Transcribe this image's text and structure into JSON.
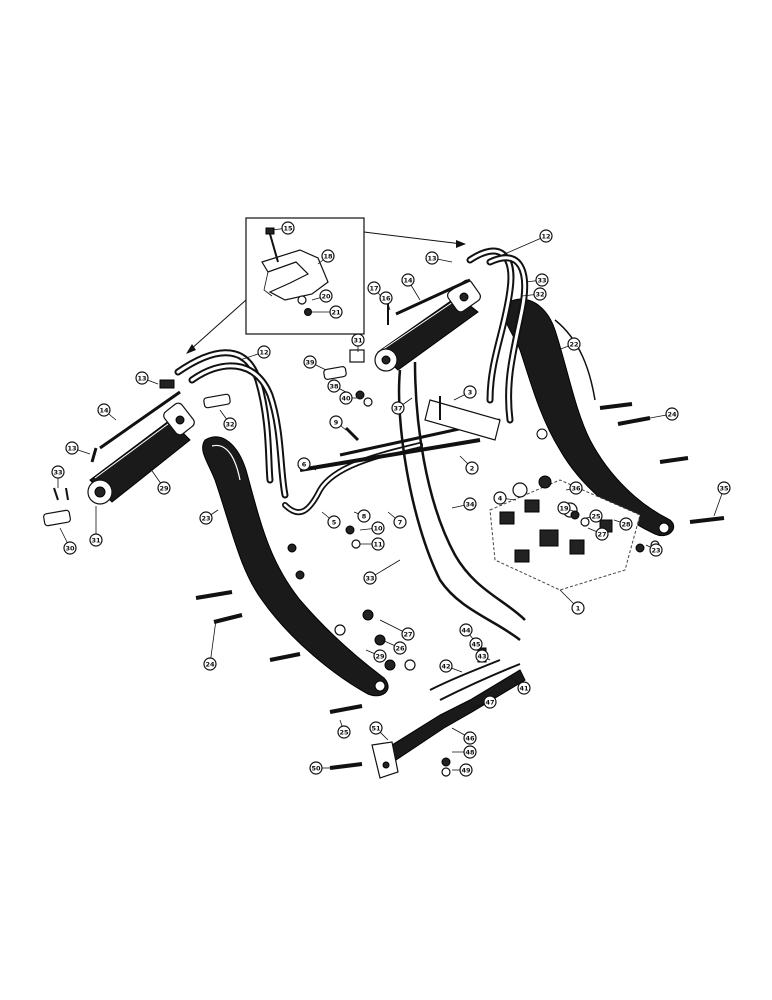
{
  "callouts": [
    {
      "id": "c15",
      "label": "15"
    },
    {
      "id": "c18",
      "label": "18"
    },
    {
      "id": "c20a",
      "label": "20"
    },
    {
      "id": "c21a",
      "label": "21"
    },
    {
      "id": "c13a",
      "label": "13"
    },
    {
      "id": "c12a",
      "label": "12"
    },
    {
      "id": "c33a",
      "label": "33"
    },
    {
      "id": "c32a",
      "label": "32"
    },
    {
      "id": "c14a",
      "label": "14"
    },
    {
      "id": "c17a",
      "label": "17"
    },
    {
      "id": "c16a",
      "label": "16"
    },
    {
      "id": "c22a",
      "label": "22"
    },
    {
      "id": "c12b",
      "label": "12"
    },
    {
      "id": "c13b",
      "label": "13"
    },
    {
      "id": "c39",
      "label": "39"
    },
    {
      "id": "c31a",
      "label": "31"
    },
    {
      "id": "c38",
      "label": "38"
    },
    {
      "id": "c40",
      "label": "40"
    },
    {
      "id": "c37",
      "label": "37"
    },
    {
      "id": "c3",
      "label": "3"
    },
    {
      "id": "c32b",
      "label": "32"
    },
    {
      "id": "c14b",
      "label": "14"
    },
    {
      "id": "c9",
      "label": "9"
    },
    {
      "id": "c2",
      "label": "2"
    },
    {
      "id": "c24a",
      "label": "24"
    },
    {
      "id": "c13c",
      "label": "13"
    },
    {
      "id": "c6",
      "label": "6"
    },
    {
      "id": "c36",
      "label": "36"
    },
    {
      "id": "c4",
      "label": "4"
    },
    {
      "id": "c35",
      "label": "35"
    },
    {
      "id": "c33b",
      "label": "33"
    },
    {
      "id": "c19",
      "label": "19"
    },
    {
      "id": "c25a",
      "label": "25"
    },
    {
      "id": "c23a",
      "label": "23"
    },
    {
      "id": "c28",
      "label": "28"
    },
    {
      "id": "c29a",
      "label": "29"
    },
    {
      "id": "c27a",
      "label": "27"
    },
    {
      "id": "c30",
      "label": "30"
    },
    {
      "id": "c31b",
      "label": "31"
    },
    {
      "id": "c23b",
      "label": "23"
    },
    {
      "id": "c5",
      "label": "5"
    },
    {
      "id": "c7",
      "label": "7"
    },
    {
      "id": "c8",
      "label": "8"
    },
    {
      "id": "c10",
      "label": "10"
    },
    {
      "id": "c11",
      "label": "11"
    },
    {
      "id": "c34",
      "label": "34"
    },
    {
      "id": "c1",
      "label": "1"
    },
    {
      "id": "c33c",
      "label": "33"
    },
    {
      "id": "c44",
      "label": "44"
    },
    {
      "id": "c45",
      "label": "45"
    },
    {
      "id": "c43",
      "label": "43"
    },
    {
      "id": "c27b",
      "label": "27"
    },
    {
      "id": "c26",
      "label": "26"
    },
    {
      "id": "c29b",
      "label": "29"
    },
    {
      "id": "c24b",
      "label": "24"
    },
    {
      "id": "c42",
      "label": "42"
    },
    {
      "id": "c41",
      "label": "41"
    },
    {
      "id": "c47",
      "label": "47"
    },
    {
      "id": "c25b",
      "label": "25"
    },
    {
      "id": "c51",
      "label": "51"
    },
    {
      "id": "c46",
      "label": "46"
    },
    {
      "id": "c48",
      "label": "48"
    },
    {
      "id": "c49",
      "label": "49"
    },
    {
      "id": "c50",
      "label": "50"
    }
  ]
}
